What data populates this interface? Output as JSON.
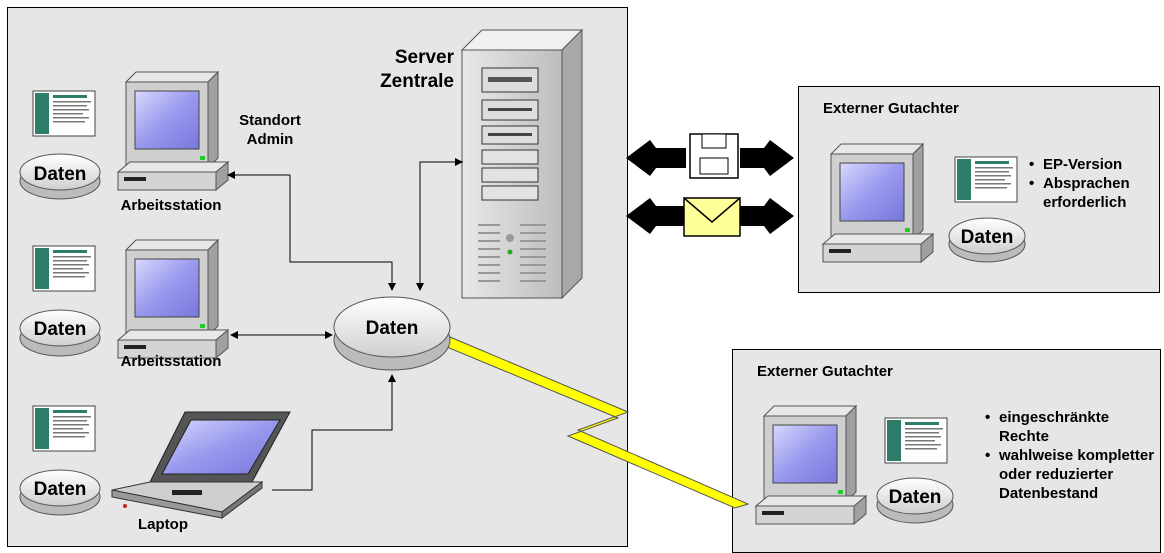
{
  "main_site": {
    "server_label_line1": "Server",
    "server_label_line2": "Zentrale",
    "admin_label_line1": "Standort",
    "admin_label_line2": "Admin",
    "workstation1_label": "Arbeitsstation",
    "workstation2_label": "Arbeitsstation",
    "laptop_label": "Laptop",
    "central_db_label": "Daten",
    "local_db_labels": [
      "Daten",
      "Daten",
      "Daten"
    ]
  },
  "reviewer_top": {
    "title": "Externer Gutachter",
    "db_label": "Daten",
    "bullets": [
      "EP-Version",
      "Absprachen erforderlich"
    ]
  },
  "reviewer_bottom": {
    "title": "Externer Gutachter",
    "db_label": "Daten",
    "bullets": [
      "eingeschränkte Rechte",
      "wahlweise kompletter oder reduzierter Datenbestand"
    ]
  },
  "colors": {
    "panel": "#e6e6e6",
    "screen": "#9999ee",
    "monitor": "#c8c8c8",
    "lightning": "#ffff00",
    "envelope": "#ffff99"
  }
}
